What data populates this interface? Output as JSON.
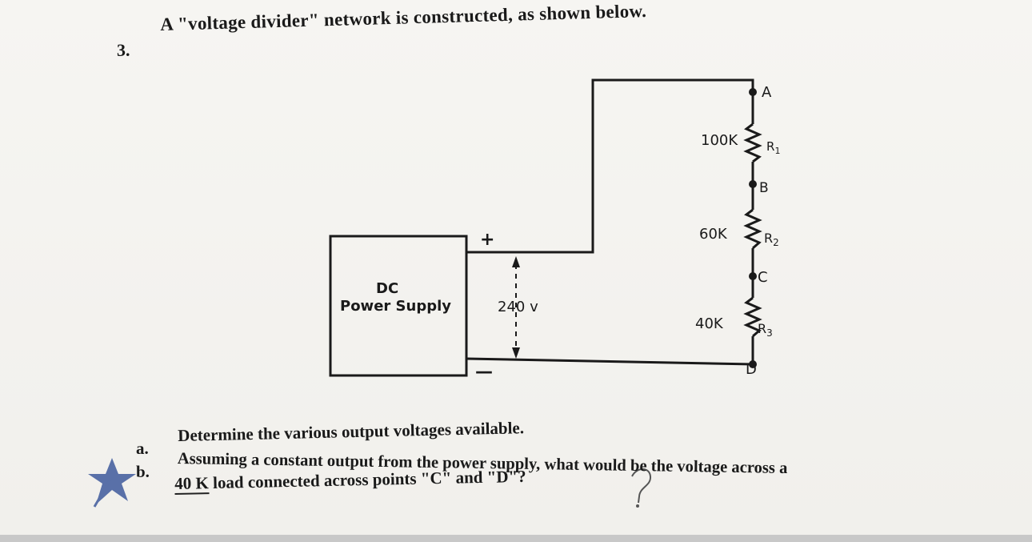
{
  "question": {
    "number": "3.",
    "text": "A \"voltage divider\" network is constructed, as shown below."
  },
  "diagram": {
    "power_supply": {
      "line1": "DC",
      "line2": "Power Supply"
    },
    "plus_sign": "+",
    "minus_sign": "—",
    "supply_voltage": "240 v",
    "resistors": [
      {
        "value": "100K",
        "name": "R",
        "sub": "1"
      },
      {
        "value": "60K",
        "name": "R",
        "sub": "2"
      },
      {
        "value": "40K",
        "name": "R",
        "sub": "3"
      }
    ],
    "nodes": [
      "A",
      "B",
      "C",
      "D"
    ]
  },
  "parts": [
    {
      "letter": "a.",
      "line1": "Determine the various output voltages available."
    },
    {
      "letter": "b.",
      "line1": "Assuming a constant output from the power supply, what would be the voltage across a",
      "line2_prefix": "40 K",
      "line2_rest": " load connected across points \"C\" and \"D\"?"
    }
  ],
  "annotation_mark": "?",
  "colors": {
    "ink": "#1a1a1a",
    "paper": "#f3f2ef",
    "star": "#3f5a9c"
  }
}
